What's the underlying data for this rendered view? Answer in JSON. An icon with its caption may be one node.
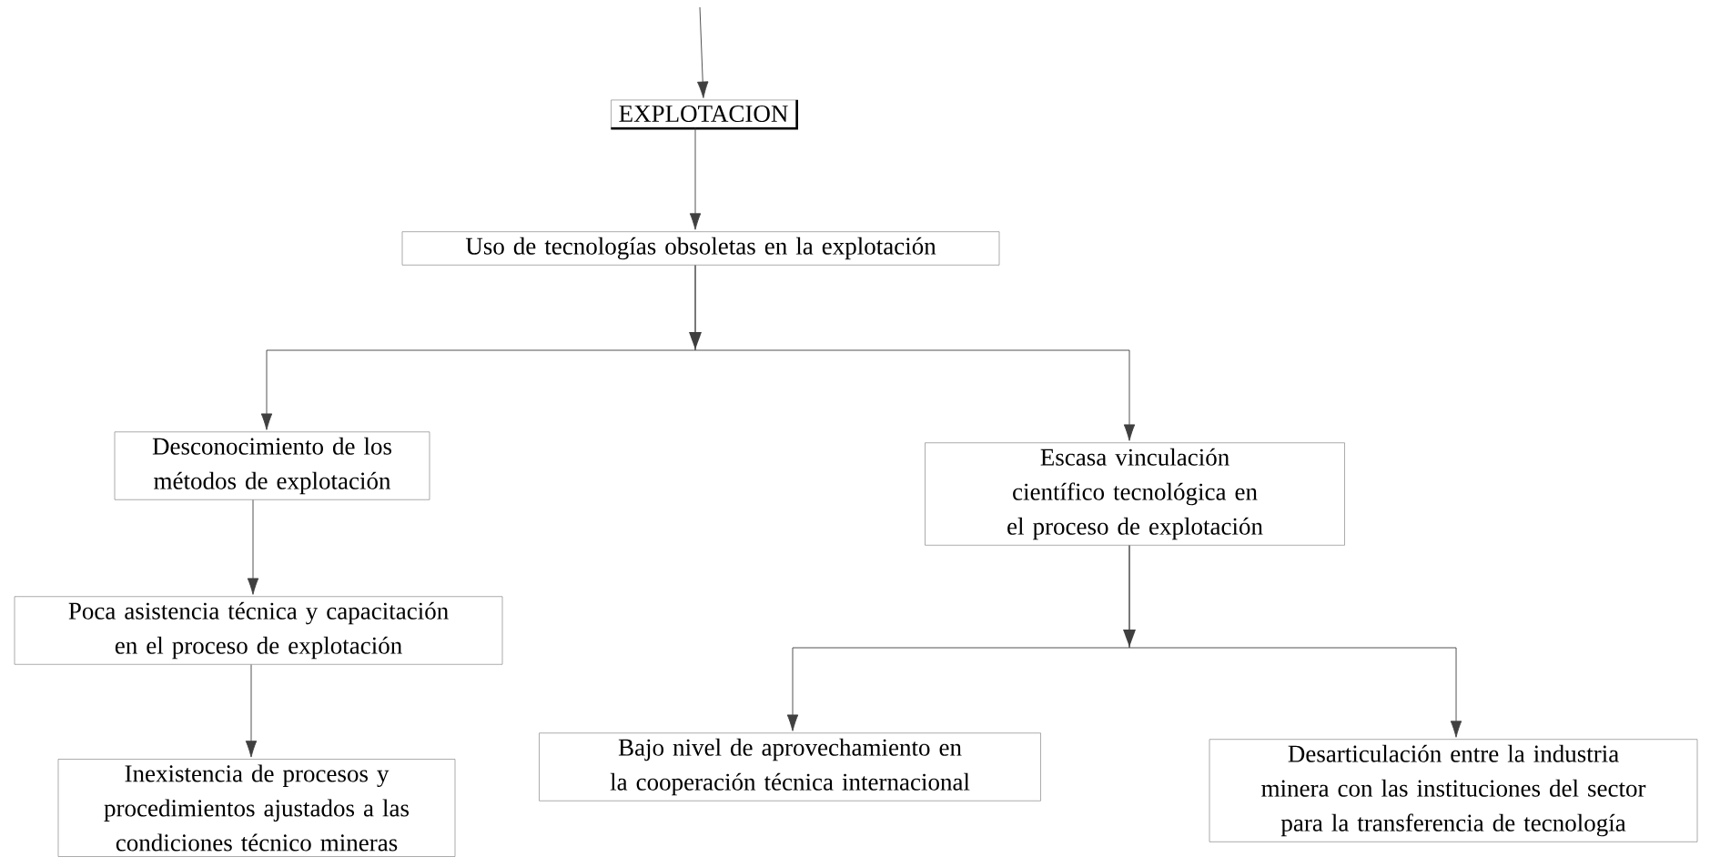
{
  "diagram": {
    "nodes": [
      {
        "text": [
          "EXPLOTACION"
        ]
      },
      {
        "text": [
          "Uso de tecnologías obsoletas en la explotación"
        ]
      },
      {
        "text": [
          "Desconocimiento de los métodos de explotación"
        ]
      },
      {
        "text": [
          "Escasa vinculación científico tecnológica en el proceso de explotación"
        ]
      },
      {
        "text": [
          "Poca asistencia técnica y capacitación en el proceso de explotación"
        ]
      },
      {
        "text": [
          "Inexistencia de procesos y procedimientos ajustados a las condiciones técnico mineras"
        ]
      },
      {
        "text": [
          "Bajo nivel de aprovechamiento en la cooperación técnica internacional"
        ]
      },
      {
        "text": [
          "Desarticulación entre la industria minera con las instituciones del sector para la transferencia de tecnología"
        ]
      }
    ],
    "edges": [
      {
        "from": null,
        "to": 0,
        "arrow": "to"
      },
      {
        "from": 0,
        "to": 1,
        "arrow": "to"
      },
      {
        "from": 1,
        "to": 2,
        "arrow": "to"
      },
      {
        "from": 1,
        "to": 3,
        "arrow": "to"
      },
      {
        "from": 2,
        "to": 4,
        "arrow": "to"
      },
      {
        "from": 4,
        "to": 5,
        "arrow": "to"
      },
      {
        "from": 3,
        "to": 6,
        "arrow": "to"
      },
      {
        "from": 3,
        "to": 7,
        "arrow": "to"
      }
    ]
  }
}
